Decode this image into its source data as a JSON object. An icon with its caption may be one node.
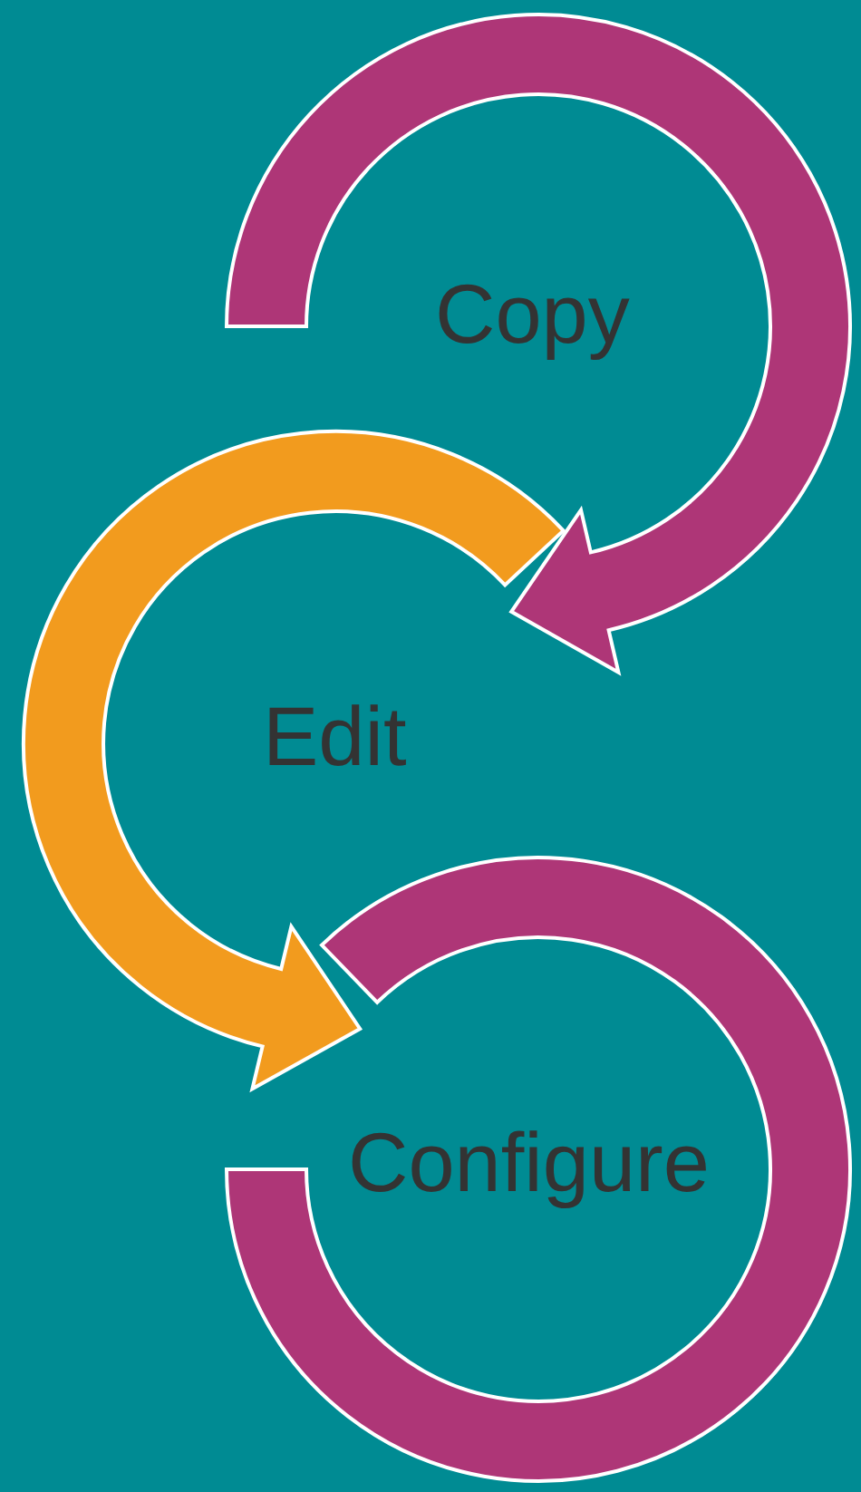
{
  "diagram": {
    "nodes": [
      {
        "text": [
          "Copy"
        ]
      },
      {
        "text": [
          "Edit"
        ]
      },
      {
        "text": [
          "Configure"
        ]
      }
    ],
    "edges": [
      {
        "from": 0,
        "to": 1,
        "arrow": "to",
        "color": "#ae3677"
      },
      {
        "from": 1,
        "to": 2,
        "arrow": "to",
        "color": "#f29b1e"
      }
    ]
  }
}
